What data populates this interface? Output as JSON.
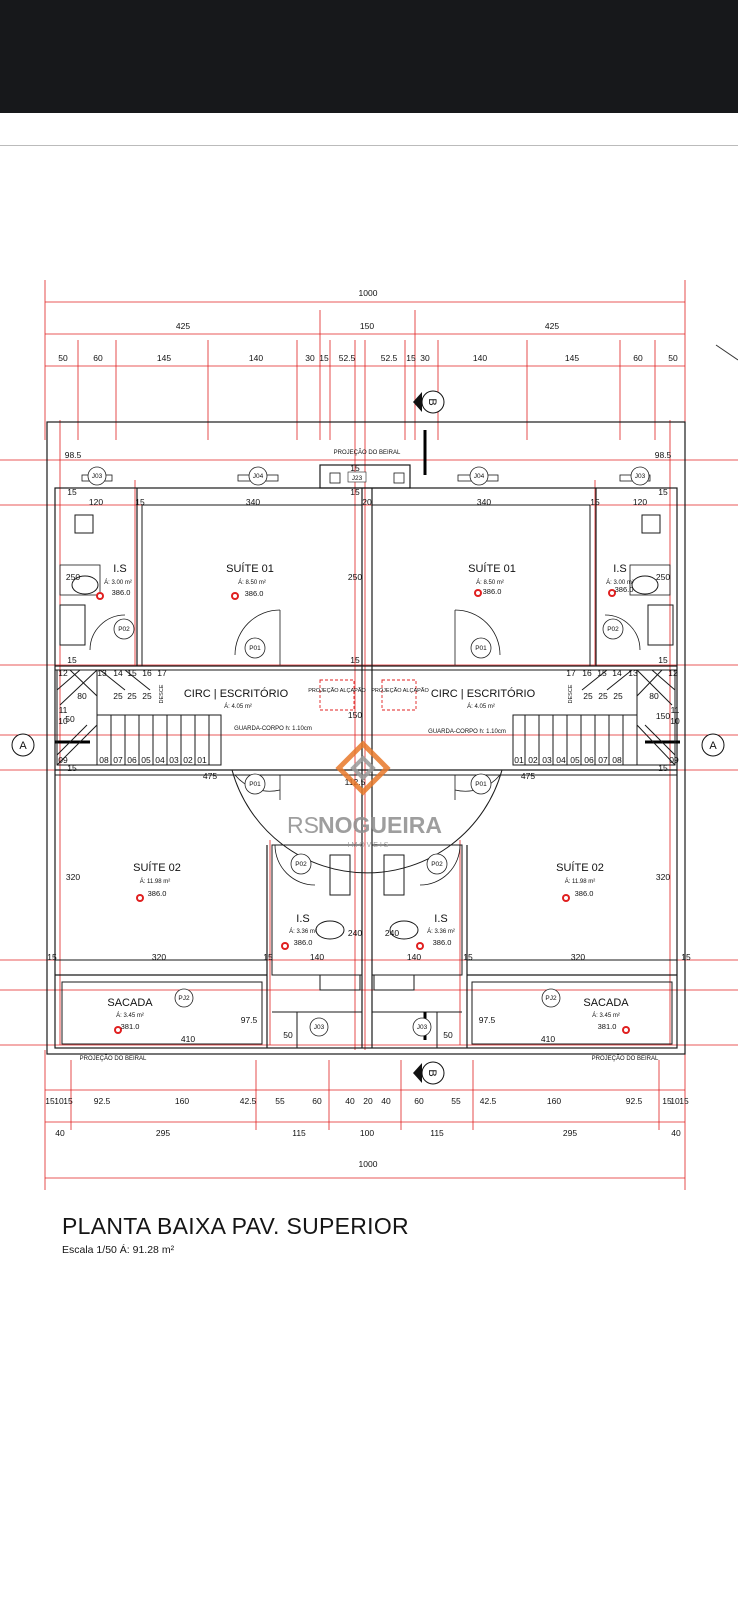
{
  "title": "PLANTA BAIXA PAV. SUPERIOR",
  "scale": "Escala 1/50 Á: 91.28 m²",
  "watermark": {
    "brand_prefix": "RS",
    "brand": "NOGUEIRA",
    "sub": "I M Ó V E I S",
    "colors": [
      "#e8782a",
      "#9a9a9a"
    ]
  },
  "total_width": "1000",
  "top_dims_mid": [
    "425",
    "150",
    "425"
  ],
  "top_dims_fine": [
    "50",
    "60",
    "145",
    "140",
    "30",
    "15",
    "52.5",
    "52.5",
    "15",
    "30",
    "140",
    "145",
    "60",
    "50"
  ],
  "bottom_dims_fine": [
    "15",
    "10",
    "15",
    "92.5",
    "160",
    "42.5",
    "55",
    "60",
    "40",
    "20",
    "40",
    "60",
    "55",
    "42.5",
    "160",
    "92.5",
    "15",
    "10",
    "15"
  ],
  "bottom_dims_mid": [
    "40",
    "295",
    "115",
    "100",
    "115",
    "295",
    "40"
  ],
  "section_a": "A",
  "section_b": "B",
  "eave": "PROJEÇÃO DO BEIRAL",
  "hatch": "PROJEÇÃO ALÇAPÃO",
  "guard": "GUARDA-CORPO h: 1.10cm",
  "desce": "DESCE",
  "rooms": {
    "is_top": {
      "name": "I.S",
      "area": "Á: 3.00 m²",
      "level": "386.0"
    },
    "suite01": {
      "name": "SUÍTE 01",
      "area": "Á: 8.50 m²",
      "level": "386.0"
    },
    "circ": {
      "name": "CIRC | ESCRITÓRIO",
      "area": "Á: 4.05 m²"
    },
    "suite02": {
      "name": "SUÍTE 02",
      "area": "Á: 11.98 m²",
      "level": "386.0"
    },
    "is_low": {
      "name": "I.S",
      "area": "Á: 3.36 m²",
      "level": "386.0"
    },
    "sacada": {
      "name": "SACADA",
      "area": "Á: 3.45 m²",
      "level": "381.0"
    }
  },
  "doors": {
    "p01": "P01",
    "p02": "P02",
    "pj2": "PJ2",
    "j03": "J03",
    "j04": "J04",
    "j23": "J23"
  },
  "inner_dims": {
    "d98_5": "98.5",
    "d120": "120",
    "d340": "340",
    "d250": "250",
    "d150": "150",
    "d475": "475",
    "d112_5": "112.5",
    "d320": "320",
    "d140": "140",
    "d240": "240",
    "d97_5": "97.5",
    "d410": "410",
    "d80": "80",
    "d25": "25",
    "d50": "50",
    "d15": "15",
    "d20": "20",
    "d10": "10",
    "d11": "11",
    "d12": "12",
    "d13": "13",
    "d14": "14",
    "d16": "16",
    "d17": "17"
  },
  "steps_left": [
    "09",
    "08",
    "07",
    "06",
    "05",
    "04",
    "03",
    "02",
    "01"
  ],
  "steps_right": [
    "01",
    "02",
    "03",
    "04",
    "05",
    "06",
    "07",
    "08",
    "09"
  ]
}
